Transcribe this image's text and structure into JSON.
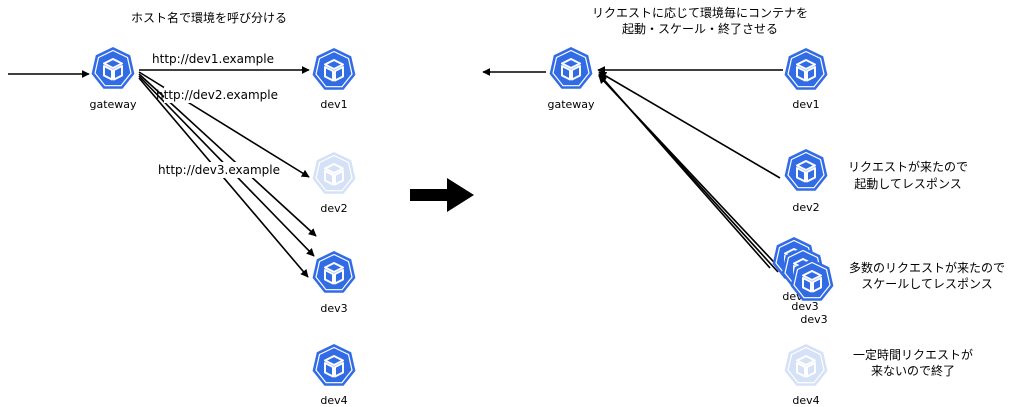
{
  "colors": {
    "node": "#326CE5",
    "node_inactive": "#D5E1F7",
    "stroke": "#000000",
    "text": "#000000"
  },
  "icon": "kubernetes-pod-icon",
  "left": {
    "title": "ホスト名で環境を呼び分ける",
    "gateway": {
      "label": "gateway"
    },
    "nodes": [
      {
        "id": "dev1",
        "label": "dev1",
        "active": true
      },
      {
        "id": "dev2",
        "label": "dev2",
        "active": false
      },
      {
        "id": "dev3",
        "label": "dev3",
        "active": true
      },
      {
        "id": "dev4",
        "label": "dev4",
        "active": true
      }
    ],
    "urls": {
      "dev1": "http://dev1.example",
      "dev2": "http://dev2.example",
      "dev3": "http://dev3.example"
    }
  },
  "right": {
    "title_line1": "リクエストに応じて環境毎にコンテナを",
    "title_line2": "起動・スケール・終了させる",
    "gateway": {
      "label": "gateway"
    },
    "nodes": [
      {
        "id": "dev1",
        "label": "dev1",
        "active": true
      },
      {
        "id": "dev2",
        "label": "dev2",
        "active": true
      },
      {
        "id": "dev3",
        "label": "dev3",
        "active": true,
        "replicas": 3
      },
      {
        "id": "dev4",
        "label": "dev4",
        "active": false
      }
    ],
    "notes": {
      "dev2": {
        "line1": "リクエストが来たので",
        "line2": "起動してレスポンス"
      },
      "dev3": {
        "line1": "多数のリクエストが来たので",
        "line2": "スケールしてレスポンス"
      },
      "dev4": {
        "line1": "一定時間リクエストが",
        "line2": "来ないので終了"
      }
    }
  }
}
